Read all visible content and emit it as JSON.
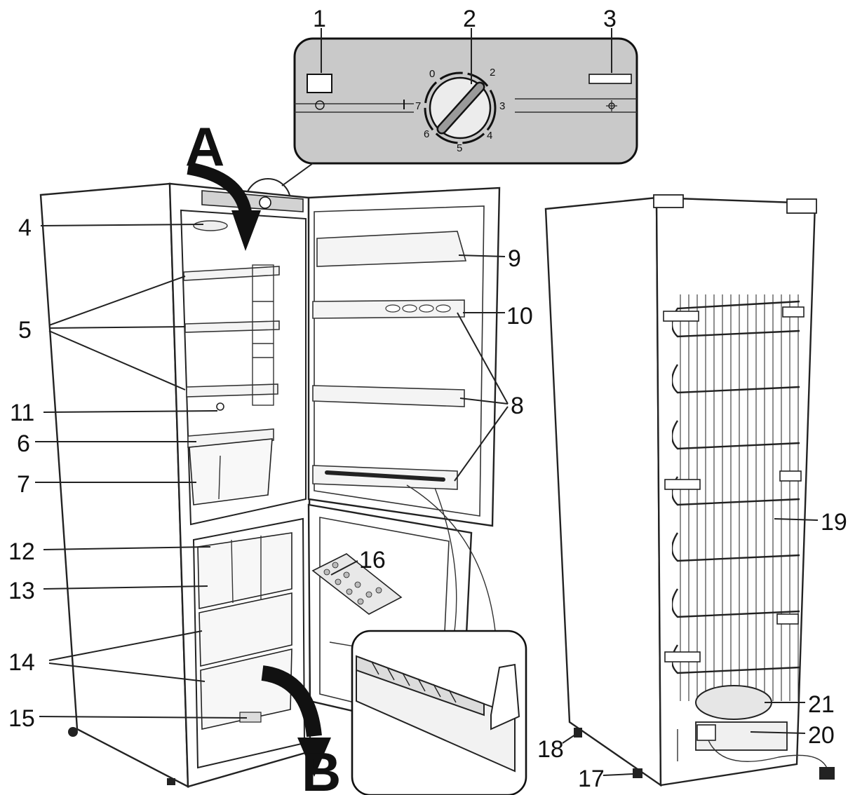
{
  "panel": {
    "dial_numbers": [
      "0",
      "2",
      "3",
      "4",
      "5",
      "6",
      "7"
    ]
  },
  "callouts": {
    "c1": "1",
    "c2": "2",
    "c3": "3",
    "c4": "4",
    "c5": "5",
    "c6": "6",
    "c7": "7",
    "c8": "8",
    "c9": "9",
    "c10": "10",
    "c11": "11",
    "c12": "12",
    "c13": "13",
    "c14": "14",
    "c15": "15",
    "c16": "16",
    "c17": "17",
    "c18": "18",
    "c19": "19",
    "c20": "20",
    "c21": "21"
  },
  "arrows": {
    "a": "A",
    "b": "B"
  }
}
